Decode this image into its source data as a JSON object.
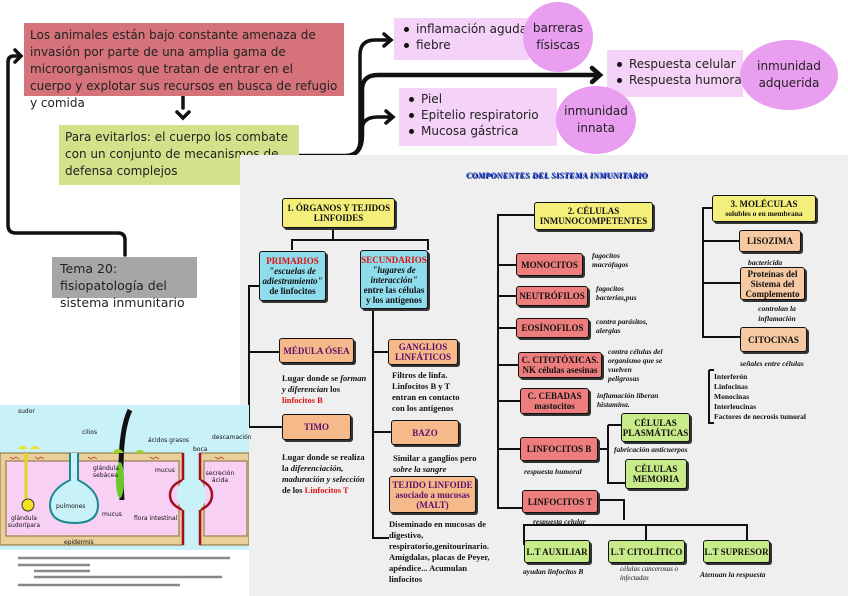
{
  "top": {
    "intro": "Los animales están bajo constante amenaza de invasión por parte de una amplia gama de microorganismos que tratan de entrar en el cuerpo y explotar sus recursos en busca de refugio y comida",
    "defense": "Para evitarlos: el cuerpo los combate con un conjunto de mecanismos de defensa complejos",
    "topic": "Tema 20: fisiopatología del sistema inmunitario",
    "barreras": {
      "items": [
        "inflamación aguda",
        "fiebre"
      ],
      "label": "barreras físiscas"
    },
    "adquirida": {
      "items": [
        "Respuesta celular",
        "Respuesta humoral"
      ],
      "label": "inmunidad adquerida"
    },
    "innata": {
      "items": [
        "Piel",
        "Epitelio respiratorio",
        "Mucosa gástrica"
      ],
      "label": "inmunidad innata"
    },
    "colors": {
      "intro": "#d5727a",
      "defense": "#d5e08a",
      "topic": "#a6a6a6",
      "bubble": "#e99ef0",
      "list": "#f5d2f7"
    }
  },
  "map": {
    "title": "COMPONENTES DEL SISTEMA INMUNITARIO",
    "organos": {
      "title": "1. ÓRGANOS Y TEJIDOS LINFOIDES",
      "primarios": {
        "head": "PRIMARIOS",
        "quote": "\"escuelas de adiestramiento\"",
        "rest": "de linfocitos"
      },
      "secundarios": {
        "head": "SECUNDARIOS",
        "quote": "\"lugares de interacción\"",
        "rest": "entre las células y los antígenos"
      },
      "medula": {
        "label": "MÉDULA ÓSEA",
        "d1": "Lugar donde se",
        "d2": "forman y diferencian",
        "d3": "los",
        "d4": "linfocitos B"
      },
      "timo": {
        "label": "TIMO",
        "d1": "Lugar donde se realiza la",
        "d2": "diferenciación,",
        "d3": "maduración y",
        "d4": "selección",
        "d5": "de los",
        "d6": "Linfocitos T"
      },
      "ganglios": {
        "label": "GANGLIOS LINFÁTICOS",
        "desc": "Filtros de linfa. Linfocitos B y T entran en contacto con los antígenos"
      },
      "bazo": {
        "label": "BAZO",
        "d1": "Similar a ganglios pero",
        "d2": "sobre la sangre"
      },
      "malt": {
        "l1": "TEJIDO LINFOIDE",
        "l2": "asociado a mucosas (MALT)",
        "desc": "Diseminado en mucosas de digestivo, respiratorio,genitourinario. Amígdalas, placas de Peyer, apéndice... Acumulan linfocitos"
      }
    },
    "celulas": {
      "title": "2. CÉLULAS INMUNOCOMPETENTES",
      "items": [
        {
          "label": "MONOCITOS",
          "note": "fagocitos macrófagos"
        },
        {
          "label": "NEUTRÓFILOS",
          "note": "fagocitos bacterias,pus"
        },
        {
          "label": "EOSÍNOFILOS",
          "note": "contra parásitos, alergias"
        },
        {
          "label": "C. CITOTÓXICAS. NK células asesinas",
          "note": "contra células del organismo que se vuelven peligrosas"
        },
        {
          "label": "C. CEBADAS mastocitos",
          "note": "inflamación liberan histamina."
        }
      ],
      "linfB": {
        "label": "LINFOCITOS B",
        "note": "respuesta humoral",
        "plasm": "CÉLULAS PLASMÁTICAS",
        "plasm_note": "fabricación anticuerpos",
        "mem": "CÉLULAS MEMORIA"
      },
      "linfT": {
        "label": "LINFOCITOS T",
        "note": "respuesta celular",
        "subs": [
          {
            "label": "L.T AUXILIAR",
            "note": "ayudan linfocitos B"
          },
          {
            "label": "L.T CITOLÍTICO",
            "note": "células cancerosas o infectadas"
          },
          {
            "label": "L.T SUPRESOR",
            "note": "Atenuan la respuesta"
          }
        ]
      }
    },
    "moleculas": {
      "title": "3. MOLÉCULAS",
      "sub": "solubles o en membrana",
      "lisozima": "LISOZIMA",
      "lisozima_note": "bactericida",
      "proteinas": "Proteínas del Sistema del Complemento",
      "proteinas_note": "controlan la inflamación",
      "citocinas": "CITOCINAS",
      "citocinas_note": "señales entre células",
      "list": [
        "Interferón",
        "Linfocinas",
        "Monocinas",
        "Interleucinas",
        "Factores de necrosis tumoral"
      ]
    }
  },
  "skin": {
    "labels": {
      "sudor": "sudor",
      "cilios": "cilios",
      "acidos": "ácidos grasos",
      "descamacion": "descamación",
      "boca": "boca",
      "sebacea": "glándula sebácea",
      "mucus1": "mucus",
      "secrecion": "secreción ácida",
      "pulmones": "pulmones",
      "mucus2": "mucus",
      "flora": "flora intestinal",
      "sudoripara": "glándula sudorípara",
      "epidermis": "epidermis"
    }
  }
}
